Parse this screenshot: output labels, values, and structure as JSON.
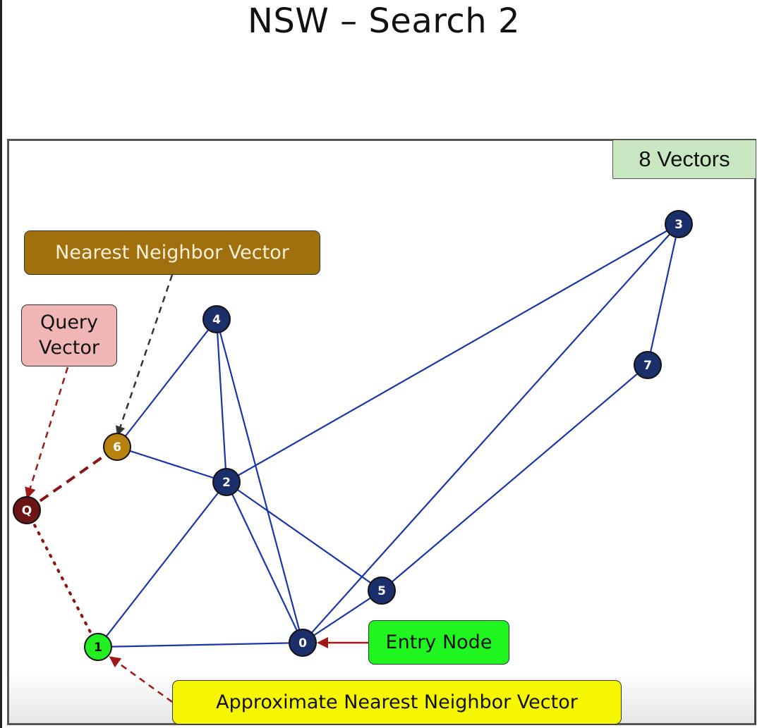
{
  "title": "NSW – Search 2",
  "badge": "8 Vectors",
  "labels": {
    "nearest_neighbor": "Nearest Neighbor Vector",
    "query_line1": "Query",
    "query_line2": "Vector",
    "entry_node": "Entry Node",
    "approximate_nn": "Approximate Nearest Neighbor Vector"
  },
  "colors": {
    "node_default": "#1b2f6b",
    "node_nearest": "#b8820f",
    "node_approx": "#22ee22",
    "node_query": "#6b1515",
    "edge": "#1a35a8",
    "query_link": "#8b1515",
    "pointer_dark": "#333333"
  },
  "graph": {
    "nodes": [
      {
        "id": "0",
        "label": "0",
        "role": "entry"
      },
      {
        "id": "1",
        "label": "1",
        "role": "approximate-nearest"
      },
      {
        "id": "2",
        "label": "2",
        "role": "default"
      },
      {
        "id": "3",
        "label": "3",
        "role": "default"
      },
      {
        "id": "4",
        "label": "4",
        "role": "default"
      },
      {
        "id": "5",
        "label": "5",
        "role": "default"
      },
      {
        "id": "6",
        "label": "6",
        "role": "nearest"
      },
      {
        "id": "7",
        "label": "7",
        "role": "default"
      },
      {
        "id": "Q",
        "label": "Q",
        "role": "query"
      }
    ],
    "edges": [
      [
        "4",
        "6"
      ],
      [
        "4",
        "2"
      ],
      [
        "4",
        "0"
      ],
      [
        "6",
        "2"
      ],
      [
        "2",
        "3"
      ],
      [
        "2",
        "1"
      ],
      [
        "2",
        "0"
      ],
      [
        "2",
        "5"
      ],
      [
        "3",
        "0"
      ],
      [
        "3",
        "7"
      ],
      [
        "7",
        "5"
      ],
      [
        "5",
        "0"
      ],
      [
        "1",
        "0"
      ]
    ],
    "query_links": [
      {
        "from": "Q",
        "to": "6",
        "style": "dashed"
      },
      {
        "from": "Q",
        "to": "1",
        "style": "dotted"
      }
    ]
  }
}
